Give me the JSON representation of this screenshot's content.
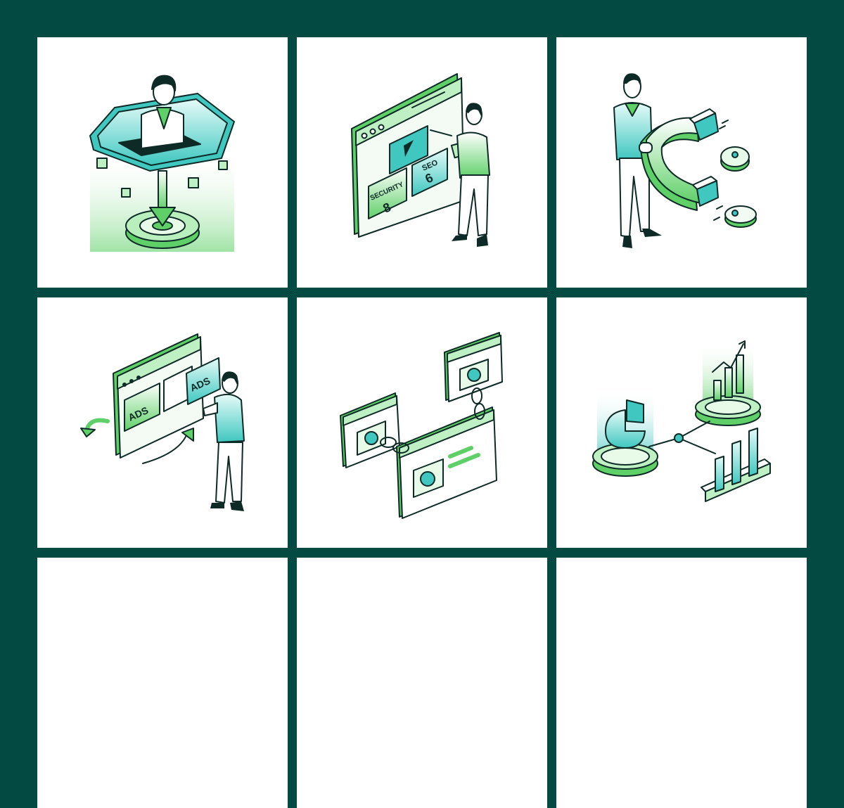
{
  "colors": {
    "background": "#034a42",
    "tile": "#ffffff",
    "accent_green": "#5fd068",
    "accent_teal": "#3fc7c0",
    "outline": "#0e2a26"
  },
  "illustrations": [
    {
      "icon": "person-target-icon"
    },
    {
      "icon": "browser-presentation-icon",
      "labels": {
        "security": "SECURITY",
        "security_value": "8",
        "seo": "SEO",
        "seo_value": "6"
      }
    },
    {
      "icon": "magnet-attraction-icon"
    },
    {
      "icon": "ads-browser-icon",
      "labels": {
        "ads_left": "ADS",
        "ads_right": "ADS"
      }
    },
    {
      "icon": "linked-browsers-icon"
    },
    {
      "icon": "analytics-charts-icon"
    }
  ]
}
